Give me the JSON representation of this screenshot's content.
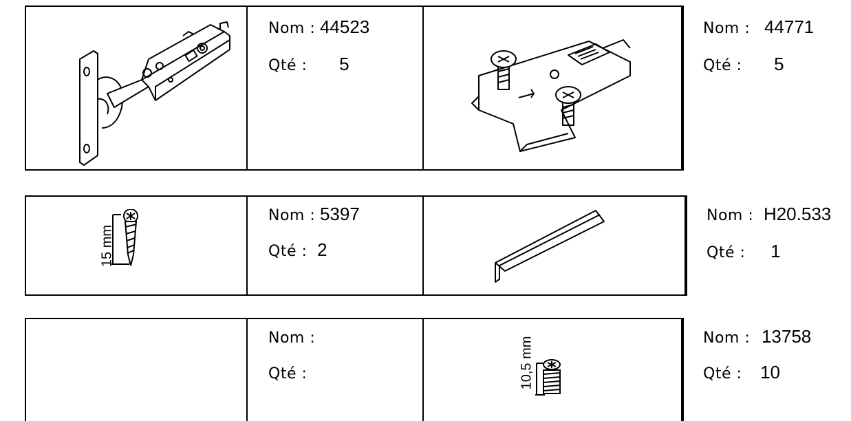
{
  "nom_label": "Nom :",
  "qte_label": "Qté :",
  "dim_15": "15 mm",
  "dim_105": "10,5 mm",
  "rows": [
    {
      "left": {
        "icon": "concealed-hinge-icon",
        "nom": "44523",
        "qte": "5"
      },
      "right": {
        "icon": "mounting-plate-icon",
        "nom": "44771",
        "qte": "5"
      }
    },
    {
      "left": {
        "icon": "wood-screw-icon",
        "nom": "5397",
        "qte": "2"
      },
      "right": {
        "icon": "angle-profile-icon",
        "nom": "H20.533",
        "qte": "1"
      }
    },
    {
      "left": {
        "icon": "empty",
        "nom": "",
        "qte": ""
      },
      "right": {
        "icon": "euro-screw-icon",
        "nom": "13758",
        "qte": "10"
      }
    }
  ]
}
